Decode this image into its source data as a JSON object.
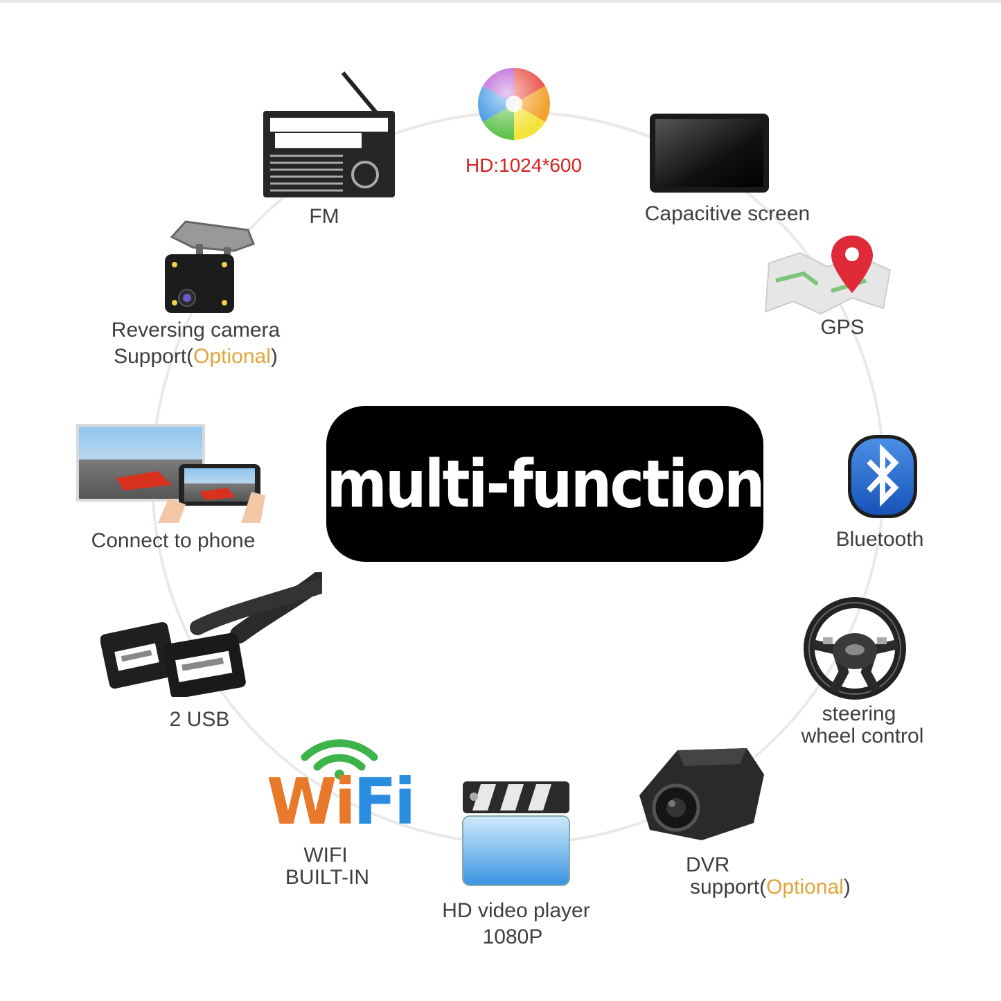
{
  "banner": {
    "text": "multi-function"
  },
  "features": {
    "hd": {
      "label": "HD:1024*600",
      "icon": "color-wheel-icon"
    },
    "fm": {
      "label": "FM",
      "icon": "radio-icon"
    },
    "screen": {
      "label": "Capacitive screen",
      "icon": "tablet-icon"
    },
    "camera": {
      "line1": "Reversing camera",
      "line2_prefix": "Support(",
      "line2_optional": "Optional",
      "line2_suffix": ")",
      "icon": "camera-icon"
    },
    "gps": {
      "label": "GPS",
      "icon": "map-pin-icon"
    },
    "phone": {
      "label": "Connect to phone",
      "icon": "phone-link-icon"
    },
    "bluetooth": {
      "label": "Bluetooth",
      "icon": "bluetooth-icon"
    },
    "usb": {
      "label": "2 USB",
      "icon": "usb-icon"
    },
    "steering": {
      "line1": "steering",
      "line2": "wheel control",
      "icon": "steering-wheel-icon"
    },
    "wifi": {
      "logo_text": "WiFi",
      "line1": "WIFI",
      "line2": "BUILT-IN",
      "icon": "wifi-icon"
    },
    "video": {
      "line1": "HD video player",
      "line2": "1080P",
      "icon": "clapperboard-icon"
    },
    "dvr": {
      "line1": "DVR",
      "line2_prefix": "support(",
      "line2_optional": "Optional",
      "line2_suffix": ")",
      "icon": "dvr-icon"
    }
  },
  "colors": {
    "banner": "#000000",
    "optional": "#e2a33a",
    "hd_label": "#d6221f",
    "wifi_orange": "#e8782a",
    "wifi_blue": "#2a8de0",
    "wifi_green": "#3cb44a"
  }
}
